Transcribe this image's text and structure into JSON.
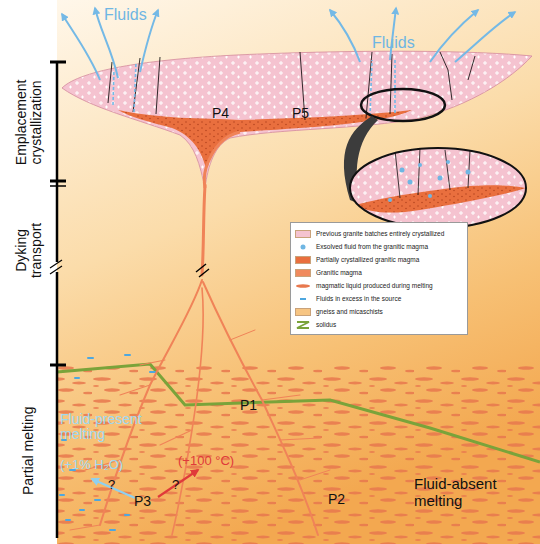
{
  "diagram": {
    "labels": [
      "Fluids",
      "Fluids",
      "Emplacement crystallization",
      "P4",
      "P5",
      "Dyking transport",
      "Partial melting",
      "P1",
      "Fluid-present melting",
      "(+1% H₂O)",
      "(+100 °C)",
      "?",
      "?",
      "P3",
      "P2",
      "Fluid-absent melting"
    ],
    "legend": [
      {
        "text": "Previous granite batches entirely crystallized",
        "color": "#f5c3d0"
      },
      {
        "text": "Exsolved fluid from the granitic magma"
      },
      {
        "text": "Partially crystallized granitic magma",
        "color": "#e96f3e"
      },
      {
        "text": "Granitic magma",
        "color": "#f08a5d"
      },
      {
        "text": "magmatic liquid produced during melting"
      },
      {
        "text": "Fluids in excess in the source"
      },
      {
        "text": "gneiss and micaschists",
        "color": "#f7c583"
      },
      {
        "text": "solidus"
      }
    ]
  }
}
